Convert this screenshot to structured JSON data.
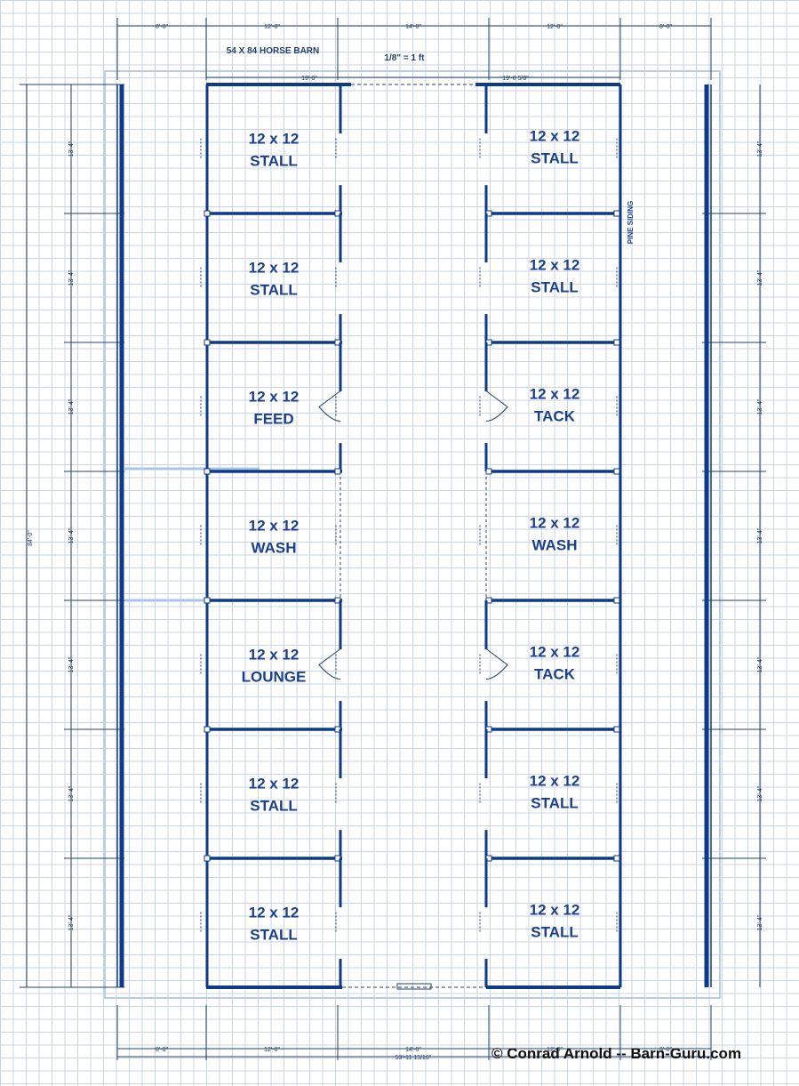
{
  "title": "54 X 84 HORSE BARN",
  "scale": "1/8\" = 1 ft",
  "side_note": "PINE SIDING",
  "credit": "© Conrad Arnold -- Barn-Guru.com",
  "top_dimensions": [
    "8'-0\"",
    "12'-0\"",
    "14'-0\"",
    "12'-0\"",
    "8'-0\""
  ],
  "inner_top_dimensions": [
    "19'-0\"",
    "19'-0 5/8\""
  ],
  "bottom_dimensions": [
    "8'-0\"",
    "12'-0\"",
    "14'-0\"",
    "12'-0\"",
    "8'-0\""
  ],
  "bottom_total": "53'-11 15/16\"",
  "row_dimension": "13'-4\"",
  "overall_height": "84'-0\"",
  "colors": {
    "wall": "#0f3a8a",
    "line": "#24406f",
    "grid": "#c9d3e6"
  },
  "left_rooms": [
    {
      "size": "12 x 12",
      "name": "STALL"
    },
    {
      "size": "12 x 12",
      "name": "STALL"
    },
    {
      "size": "12 x 12",
      "name": "FEED"
    },
    {
      "size": "12 x 12",
      "name": "WASH"
    },
    {
      "size": "12 x 12",
      "name": "LOUNGE"
    },
    {
      "size": "12 x 12",
      "name": "STALL"
    },
    {
      "size": "12 x 12",
      "name": "STALL"
    }
  ],
  "right_rooms": [
    {
      "size": "12 x 12",
      "name": "STALL"
    },
    {
      "size": "12 x 12",
      "name": "STALL"
    },
    {
      "size": "12 x 12",
      "name": "TACK"
    },
    {
      "size": "12 x 12",
      "name": "WASH"
    },
    {
      "size": "12 x 12",
      "name": "TACK"
    },
    {
      "size": "12 x 12",
      "name": "STALL"
    },
    {
      "size": "12 x 12",
      "name": "STALL"
    }
  ]
}
